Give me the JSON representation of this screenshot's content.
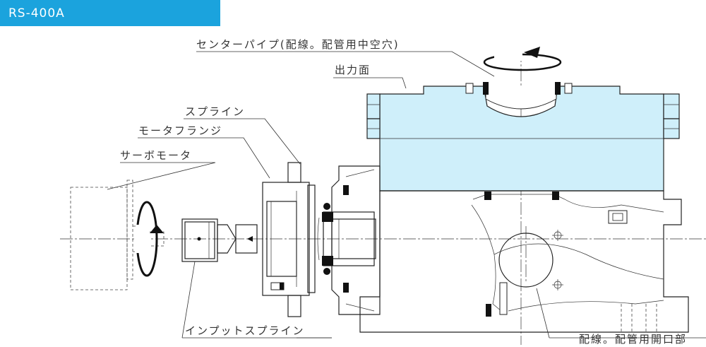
{
  "header": {
    "model": "RS-400A",
    "color": "#1BA3DD"
  },
  "labels": {
    "center_pipe": "センターパイプ(配線。配管用中空穴)",
    "output_face": "出力面",
    "spline": "スプライン",
    "motor_flange": "モータフランジ",
    "servo_motor": "サーボモータ",
    "input_spline": "インプットスプライン",
    "wiring_opening": "配線。配管用開口部"
  },
  "colors": {
    "table_fill": "#CFEFFA",
    "outline": "#222222"
  }
}
